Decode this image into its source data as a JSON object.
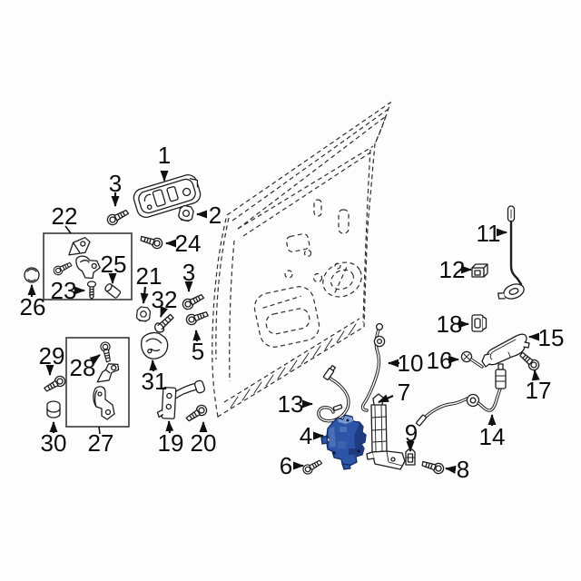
{
  "diagram": {
    "type": "exploded-parts-diagram",
    "subject_numbers_visible": "1-32",
    "background_color": "#fdfdfd",
    "line_color": "#1d1d1d",
    "highlight": {
      "callout": "4",
      "fill_color": "#2d55a7",
      "shade_color": "#1f3c82",
      "light_color": "#7b9ad2",
      "outline_color": "#152a60"
    },
    "callouts": {
      "c1": "1",
      "c2": "2",
      "c3a": "3",
      "c3b": "3",
      "c4": "4",
      "c5": "5",
      "c6": "6",
      "c7": "7",
      "c8": "8",
      "c9": "9",
      "c10": "10",
      "c11": "11",
      "c12": "12",
      "c13": "13",
      "c14": "14",
      "c15": "15",
      "c16": "16",
      "c17": "17",
      "c18": "18",
      "c19": "19",
      "c20": "20",
      "c21": "21",
      "c22": "22",
      "c23": "23",
      "c24": "24",
      "c25": "25",
      "c26": "26",
      "c27": "27",
      "c28": "28",
      "c29": "29",
      "c30": "30",
      "c31": "31",
      "c32": "32"
    }
  }
}
